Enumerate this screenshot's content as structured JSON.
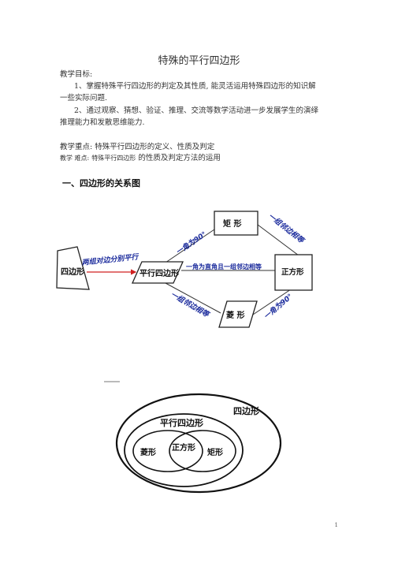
{
  "document": {
    "title": "特殊的平行四边形",
    "objectives_heading": "教学目标:",
    "objective_1_line1": "1、掌握特殊平行四边形的判定及其性质, 能灵活运用特殊四边形的知识解",
    "objective_1_line2": "一些实际问题.",
    "objective_2_line1": "2、通过观察、猜想、验证、推理、交流等数学活动进一步发展学生的演绎",
    "objective_2_line2": "推理能力和发散思维能力.",
    "key_points": "教学重点:  特殊平行四边形的定义、性质及判定",
    "difficulty_prefix": "教学 难点:",
    "difficulty_small": "特殊平行四边形",
    "difficulty_rest": "的性质及判定方法的运用",
    "section_1": "一、四边形的关系图",
    "page_number": "1"
  },
  "flow_diagram": {
    "quadrilateral": "四边形",
    "parallelogram": "平行四边形",
    "rectangle": "矩  形",
    "rhombus": "菱  形",
    "square": "正方形",
    "edge_quad_para": "两组对边分别平行",
    "edge_para_rect": "一角为90°",
    "edge_rect_square": "一组邻边相等",
    "edge_para_square": "一角为直角且一组邻边相等",
    "edge_para_rhombus": "一组邻边相等",
    "edge_rhombus_square": "一角为90°"
  },
  "venn_diagram": {
    "quadrilateral": "四边形",
    "parallelogram": "平行四边形",
    "rhombus": "菱形",
    "square": "正方形",
    "rectangle": "矩形"
  },
  "colors": {
    "blue_label": "#1a2a9c",
    "red_arrow": "#d02020"
  }
}
